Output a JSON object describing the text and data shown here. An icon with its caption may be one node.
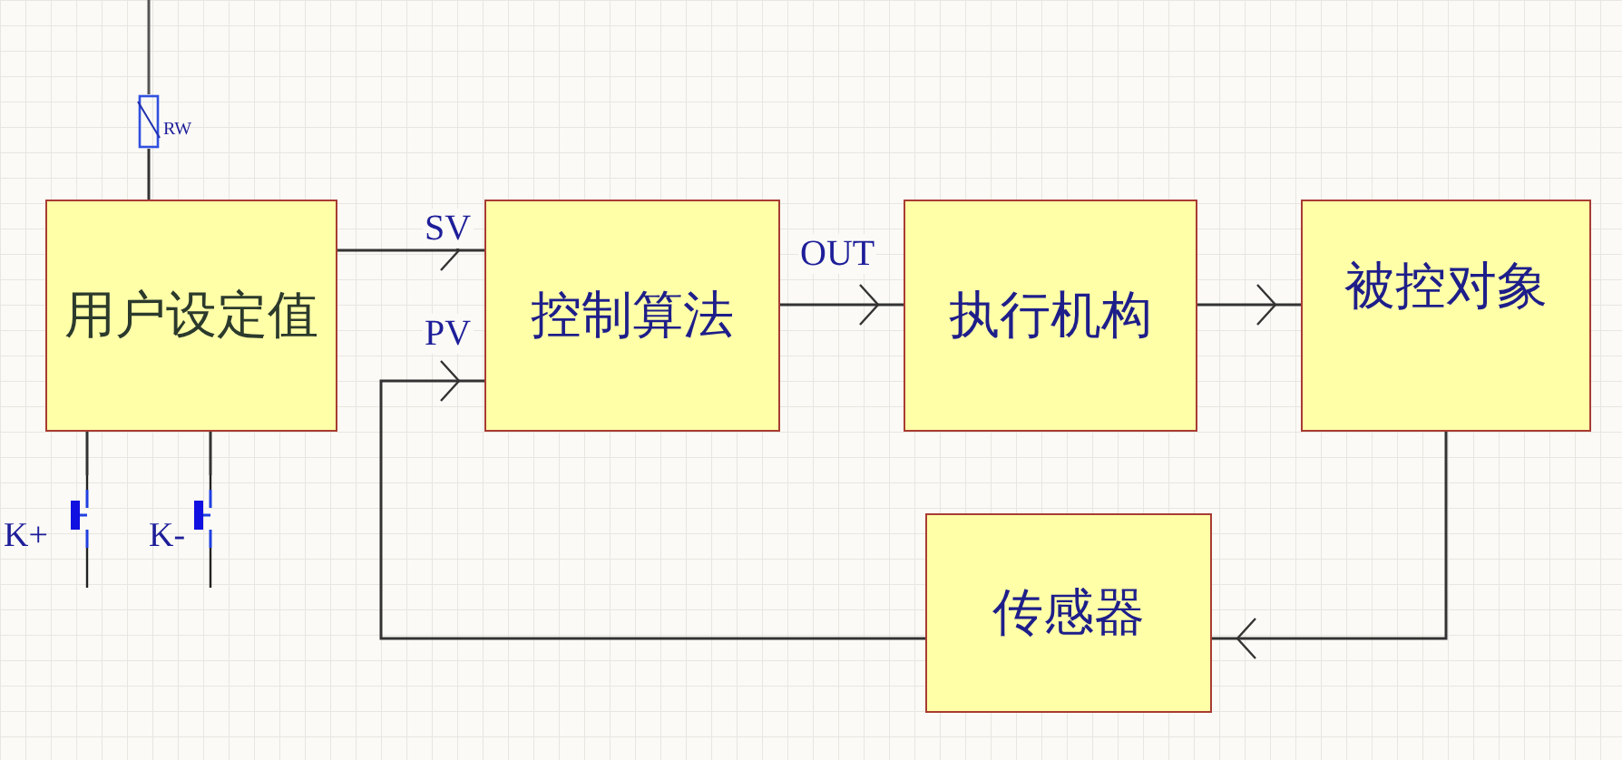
{
  "diagram": {
    "nodes": [
      {
        "text": [
          "用户设定值"
        ]
      },
      {
        "text": [
          "控制算法"
        ]
      },
      {
        "text": [
          "执行机构"
        ]
      },
      {
        "text": [
          "被控对象"
        ]
      },
      {
        "text": [
          "传感器"
        ]
      },
      {
        "text": [],
        "shape": "resistor",
        "beside": [
          "RW"
        ]
      },
      {
        "text": [],
        "shape": "switch",
        "beside": [
          "K+"
        ]
      },
      {
        "text": [],
        "shape": "switch",
        "beside": [
          "K-"
        ]
      }
    ],
    "edges": [
      {
        "from": 0,
        "to": 1,
        "arrow": "to",
        "label": "SV"
      },
      {
        "from": 1,
        "to": 2,
        "arrow": "to",
        "label": "OUT"
      },
      {
        "from": 2,
        "to": 3,
        "arrow": "to"
      },
      {
        "from": 3,
        "to": 4,
        "arrow": "to"
      },
      {
        "from": 4,
        "to": 1,
        "arrow": "to",
        "label": "PV"
      },
      {
        "from": 5,
        "to": 0,
        "arrow": "none"
      },
      {
        "from": 6,
        "to": 0,
        "arrow": "none"
      },
      {
        "from": 7,
        "to": 0,
        "arrow": "none"
      }
    ]
  }
}
